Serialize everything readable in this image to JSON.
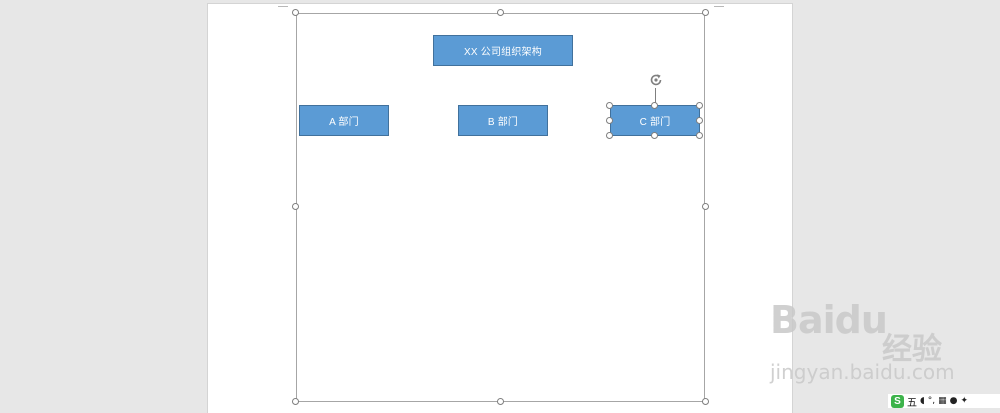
{
  "document": {
    "chart_title": "XX 公司组织架构",
    "departments": [
      {
        "label": "A 部门"
      },
      {
        "label": "B 部门"
      },
      {
        "label": "C 部门"
      }
    ],
    "selected_department": "C 部门"
  },
  "colors": {
    "shape_fill": "#5b9bd5",
    "shape_border": "#41719c",
    "shape_text": "#ffffff",
    "frame_border": "#a6a6a6",
    "background": "#e7e7e7"
  },
  "watermark": {
    "logo": "Baidu",
    "cn": "经验",
    "url": "jingyan.baidu.com"
  },
  "taskbar": {
    "ime_badge": "S",
    "ime_mode": "五",
    "icons": [
      "moon-icon",
      "punctuation-icon",
      "keyboard-icon",
      "user-icon",
      "settings-icon"
    ]
  }
}
